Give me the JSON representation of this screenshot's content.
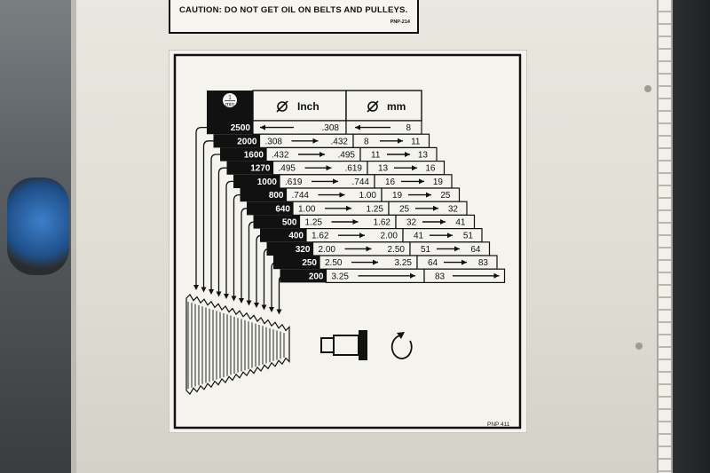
{
  "caution": {
    "text": "CAUTION: DO NOT GET OIL ON BELTS AND PULLEYS.",
    "code": "PNP-214"
  },
  "chart": {
    "header": {
      "unit_top": "1",
      "unit_bottom": "min",
      "col_inch": "Inch",
      "col_mm": "mm"
    },
    "rows": [
      {
        "rpm": "2500",
        "inch_from": "",
        "inch_to": ".308",
        "mm_from": "",
        "mm_to": "8"
      },
      {
        "rpm": "2000",
        "inch_from": ".308",
        "inch_to": ".432",
        "mm_from": "8",
        "mm_to": "11"
      },
      {
        "rpm": "1600",
        "inch_from": ".432",
        "inch_to": ".495",
        "mm_from": "11",
        "mm_to": "13"
      },
      {
        "rpm": "1270",
        "inch_from": ".495",
        "inch_to": ".619",
        "mm_from": "13",
        "mm_to": "16"
      },
      {
        "rpm": "1000",
        "inch_from": ".619",
        "inch_to": ".744",
        "mm_from": "16",
        "mm_to": "19"
      },
      {
        "rpm": "800",
        "inch_from": ".744",
        "inch_to": "1.00",
        "mm_from": "19",
        "mm_to": "25"
      },
      {
        "rpm": "640",
        "inch_from": "1.00",
        "inch_to": "1.25",
        "mm_from": "25",
        "mm_to": "32"
      },
      {
        "rpm": "500",
        "inch_from": "1.25",
        "inch_to": "1.62",
        "mm_from": "32",
        "mm_to": "41"
      },
      {
        "rpm": "400",
        "inch_from": "1.62",
        "inch_to": "2.00",
        "mm_from": "41",
        "mm_to": "51"
      },
      {
        "rpm": "320",
        "inch_from": "2.00",
        "inch_to": "2.50",
        "mm_from": "51",
        "mm_to": "64"
      },
      {
        "rpm": "250",
        "inch_from": "2.50",
        "inch_to": "3.25",
        "mm_from": "64",
        "mm_to": "83"
      },
      {
        "rpm": "200",
        "inch_from": "3.25",
        "inch_to": "",
        "mm_from": "83",
        "mm_to": ""
      }
    ]
  },
  "plate_code": "PNP 411",
  "icons": [
    "diameter-symbol",
    "arrow-right-icon",
    "saw-blade-icon",
    "workpiece-icon",
    "rotation-icon"
  ],
  "colors": {
    "panel": "#e4e2da",
    "plate": "#f4f3ee",
    "ink": "#111111",
    "hinge": "#f1f0ea"
  }
}
